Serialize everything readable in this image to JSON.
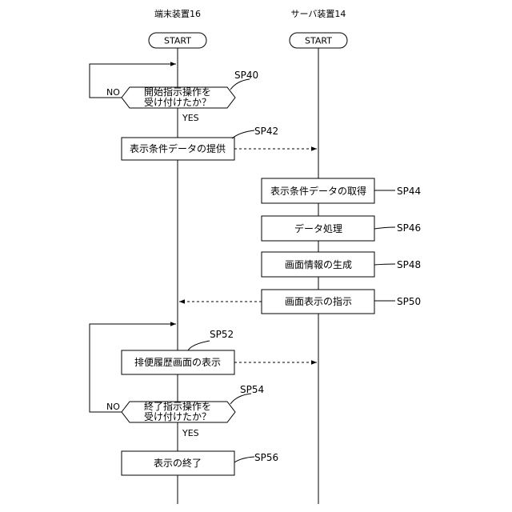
{
  "lanes": {
    "terminal": "端末装置16",
    "server": "サーバ装置14"
  },
  "terminators": {
    "terminal_start": "START",
    "server_start": "START"
  },
  "steps": {
    "sp40": {
      "id": "SP40",
      "line1": "開始指示操作を",
      "line2": "受け付けたか？",
      "no": "NO",
      "yes": "YES"
    },
    "sp42": {
      "id": "SP42",
      "text": "表示条件データの提供"
    },
    "sp44": {
      "id": "SP44",
      "text": "表示条件データの取得"
    },
    "sp46": {
      "id": "SP46",
      "text": "データ処理"
    },
    "sp48": {
      "id": "SP48",
      "text": "画面情報の生成"
    },
    "sp50": {
      "id": "SP50",
      "text": "画面表示の指示"
    },
    "sp52": {
      "id": "SP52",
      "text": "排便履歴画面の表示"
    },
    "sp54": {
      "id": "SP54",
      "line1": "終了指示操作を",
      "line2": "受け付けたか？",
      "no": "NO",
      "yes": "YES"
    },
    "sp56": {
      "id": "SP56",
      "text": "表示の終了"
    }
  }
}
